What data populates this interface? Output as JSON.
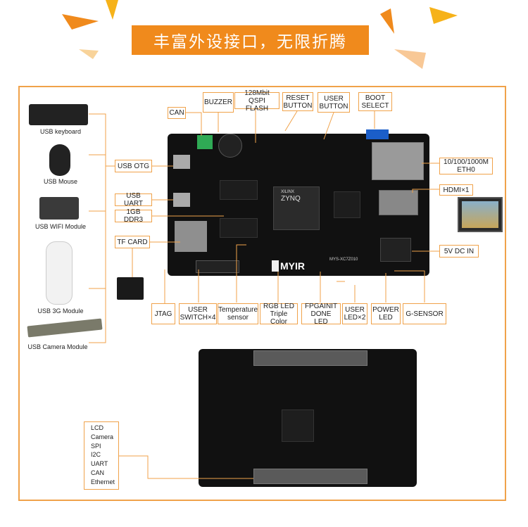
{
  "banner": {
    "title": "丰富外设接口，无限折腾"
  },
  "devices": {
    "keyboard": "USB keyboard",
    "mouse": "USB Mouse",
    "wifi": "USB WIFI Module",
    "g3": "USB 3G Module",
    "camera": "USB Camera Module"
  },
  "labels": {
    "can": "CAN",
    "buzzer": "BUZZER",
    "qspi_1": "128Mbit QSPI",
    "qspi_2": "FLASH",
    "reset_1": "RESET",
    "reset_2": "BUTTON",
    "user_btn_1": "USER",
    "user_btn_2": "BUTTON",
    "boot_1": "BOOT",
    "boot_2": "SELECT",
    "usb_otg": "USB OTG",
    "usb_uart": "USB UART",
    "ddr3": "1GB DDR3",
    "tf_card": "TF CARD",
    "eth_1": "10/100/1000M",
    "eth_2": "ETH0",
    "hdmi": "HDMI×1",
    "dc_in": "5V DC IN",
    "jtag": "JTAG",
    "user_sw_1": "USER",
    "user_sw_2": "SWITCH×4",
    "temp_1": "Temperature",
    "temp_2": "sensor",
    "rgb_1": "RGB LED",
    "rgb_2": "Triple Color",
    "fpga_1": "FPGAINIT",
    "fpga_2": "DONE LED",
    "user_led_1": "USER",
    "user_led_2": "LED×2",
    "power_1": "POWER",
    "power_2": "LED",
    "gsensor": "G-SENSOR"
  },
  "board_text": {
    "zynq": "ZYNQ",
    "xilinx": "XILINX",
    "brand": "MYIR",
    "model": "MYS-XC7Z010"
  },
  "expansion_interfaces": [
    "LCD",
    "Camera",
    "SPI",
    "I2C",
    "UART",
    "CAN",
    "Ethernet"
  ],
  "colors": {
    "accent": "#f08a1c",
    "frame": "#f0a24a",
    "board": "#111111"
  }
}
